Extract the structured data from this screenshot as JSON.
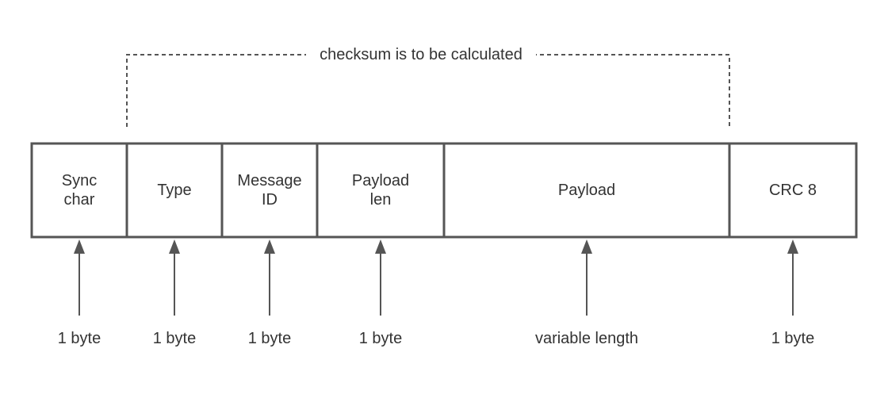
{
  "diagram": {
    "caption": "checksum is to be calculated",
    "fields": [
      {
        "name_line1": "Sync",
        "name_line2": "char",
        "size": "1 byte"
      },
      {
        "name_line1": "Type",
        "name_line2": "",
        "size": "1 byte"
      },
      {
        "name_line1": "Message",
        "name_line2": "ID",
        "size": "1 byte"
      },
      {
        "name_line1": "Payload",
        "name_line2": "len",
        "size": "1 byte"
      },
      {
        "name_line1": "Payload",
        "name_line2": "",
        "size": "variable length"
      },
      {
        "name_line1": "CRC 8",
        "name_line2": "",
        "size": "1 byte"
      }
    ]
  },
  "colors": {
    "stroke": "#555555",
    "text": "#333333",
    "background": "#ffffff"
  }
}
